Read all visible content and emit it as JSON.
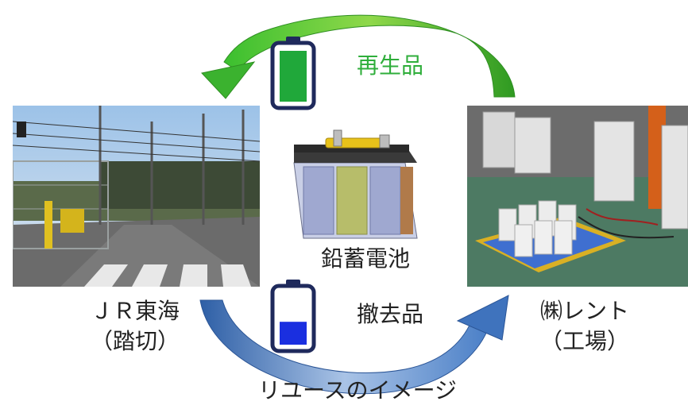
{
  "diagram": {
    "recycled_label": "再生品",
    "battery_label": "鉛蓄電池",
    "removed_label": "撤去品",
    "left_site": {
      "name": "ＪＲ東海",
      "detail": "（踏切）"
    },
    "right_site": {
      "name": "㈱レント",
      "detail": "（工場）"
    },
    "caption": "リユースのイメージ"
  },
  "colors": {
    "top_arrow": "#4dbf3a",
    "bottom_arrow": "#4a78bf",
    "battery_outline": "#1f2a5c",
    "battery_full_fill": "#20a83a",
    "battery_partial_fill": "#1a2fe0"
  },
  "batteries": {
    "recycled_charge": 1.0,
    "removed_charge": 0.45
  }
}
